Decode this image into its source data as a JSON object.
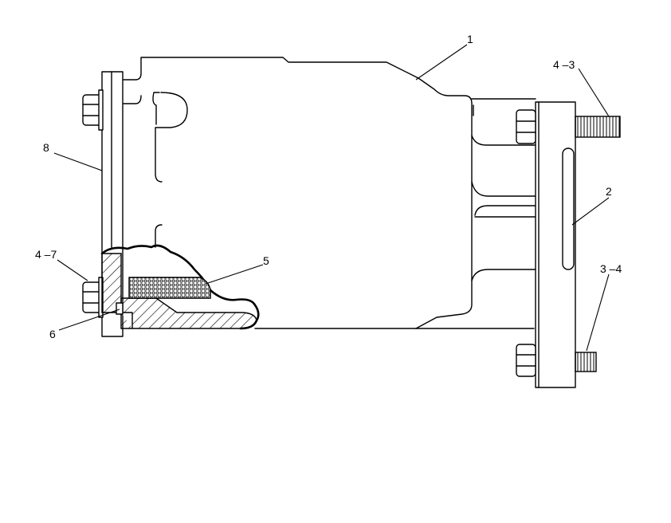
{
  "callouts": {
    "c1": "1",
    "c2": "2",
    "c3_4": "3 –4",
    "c4_3": "4 –3",
    "c4_7": "4 –7",
    "c5": "5",
    "c6": "6",
    "c8": "8"
  }
}
